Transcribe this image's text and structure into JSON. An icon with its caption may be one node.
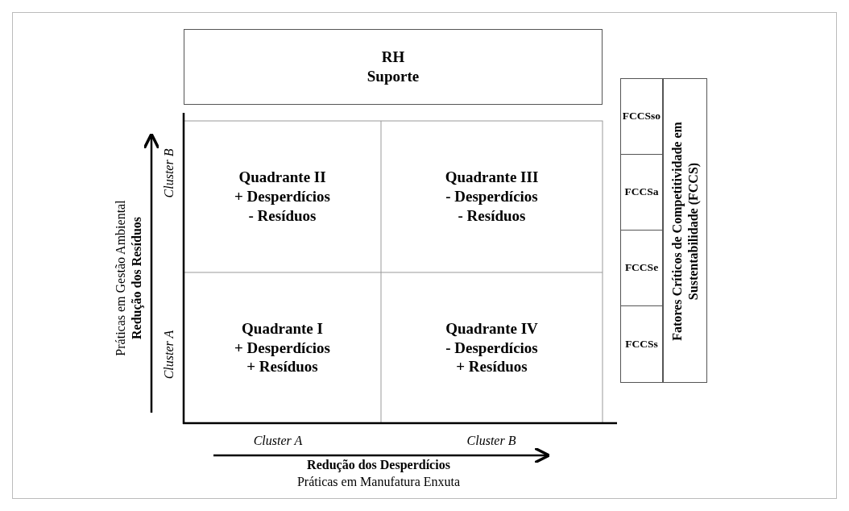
{
  "diagram": {
    "nodes": [
      {
        "text": [
          "RH",
          "Suporte"
        ]
      },
      {
        "text": [
          "Quadrante II",
          "+ Desperdícios",
          "- Resíduos"
        ]
      },
      {
        "text": [
          "Quadrante III",
          "- Desperdícios",
          "- Resíduos"
        ]
      },
      {
        "text": [
          "Quadrante I",
          "+ Desperdícios",
          "+ Resíduos"
        ]
      },
      {
        "text": [
          "Quadrante IV",
          "- Desperdícios",
          "+ Resíduos"
        ]
      },
      {
        "text": [
          "Fatores Críticos de Competitividade em Sustentabilidade (FCCS)"
        ]
      },
      {
        "text": [
          "FCCSso"
        ],
        "in": 5
      },
      {
        "text": [
          "FCCSa"
        ],
        "in": 5
      },
      {
        "text": [
          "FCCSe"
        ],
        "in": 5
      },
      {
        "text": [
          "FCCSs"
        ],
        "in": 5
      }
    ],
    "labels": [
      "Práticas em Gestão Ambiental",
      "Redução dos Resíduos",
      "Cluster B",
      "Cluster A",
      "Cluster A",
      "Cluster B",
      "Redução dos Desperdícios",
      "Práticas em Manufatura Enxuta"
    ]
  }
}
